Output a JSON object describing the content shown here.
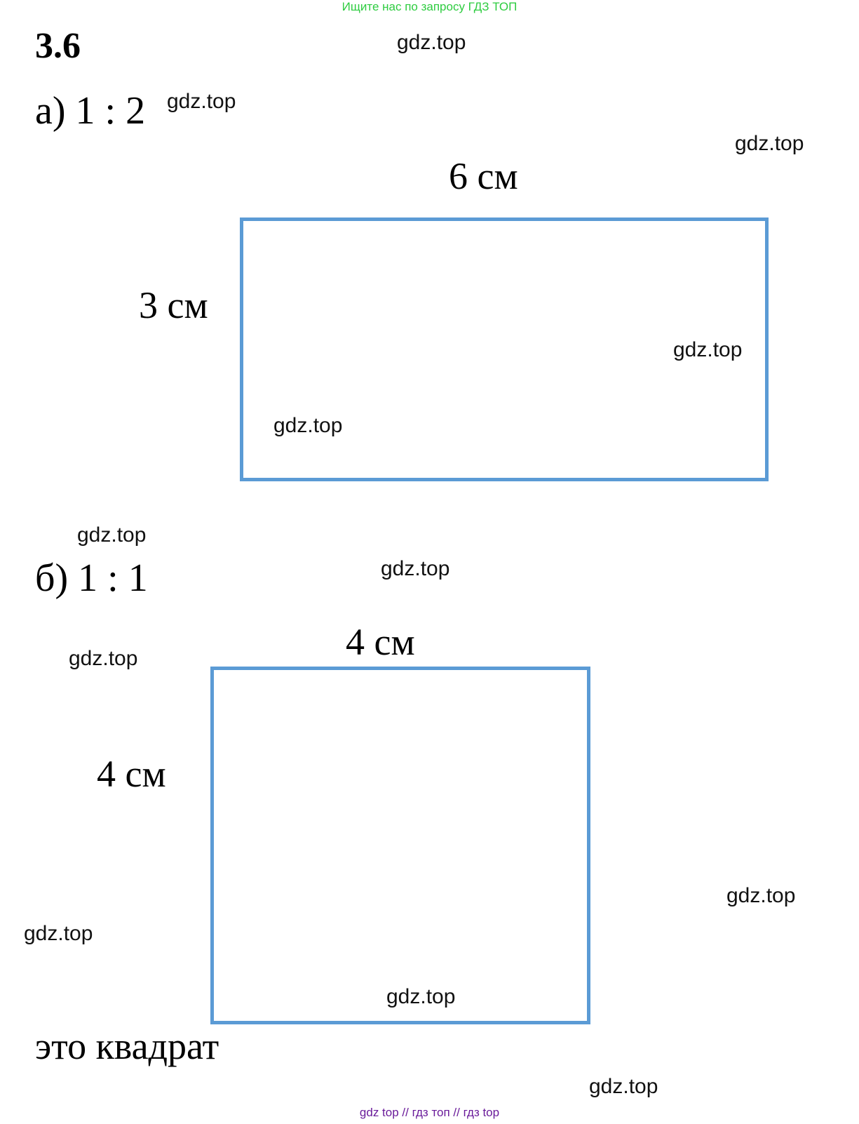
{
  "banner": "Ищите нас по запросу ГДЗ ТОП",
  "problem": {
    "number": "3.6"
  },
  "part_a": {
    "label": "а) 1 : 2",
    "width_label": "6 см",
    "height_label": "3 см"
  },
  "part_b": {
    "label": "б) 1 : 1",
    "width_label": "4 см",
    "height_label": "4 см",
    "conclusion": "это квадрат"
  },
  "watermark": "gdz.top",
  "footer": "gdz top  //  гдз топ  //  гдз top",
  "colors": {
    "shape_outline": "#5b9bd5",
    "banner_text": "#2ecc40",
    "footer_text": "#6a1b9a"
  }
}
